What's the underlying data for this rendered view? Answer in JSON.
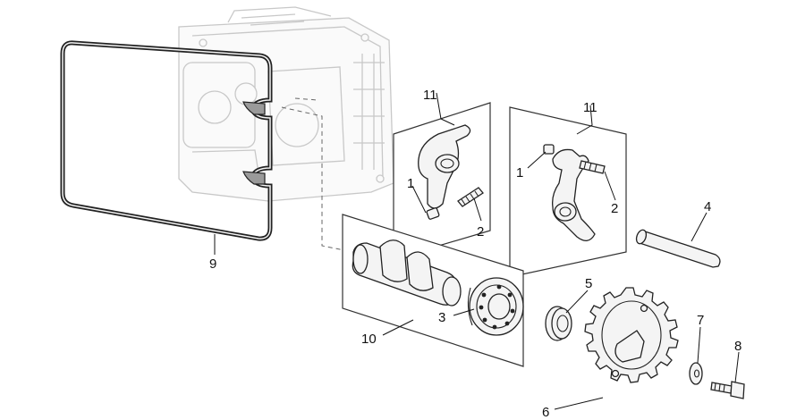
{
  "callouts": {
    "c1a": "1",
    "c1b": "1",
    "c2a": "2",
    "c2b": "2",
    "c3": "3",
    "c4": "4",
    "c5": "5",
    "c6": "6",
    "c7": "7",
    "c8": "8",
    "c9": "9",
    "c10": "10",
    "c11a": "11",
    "c11b": "11"
  }
}
